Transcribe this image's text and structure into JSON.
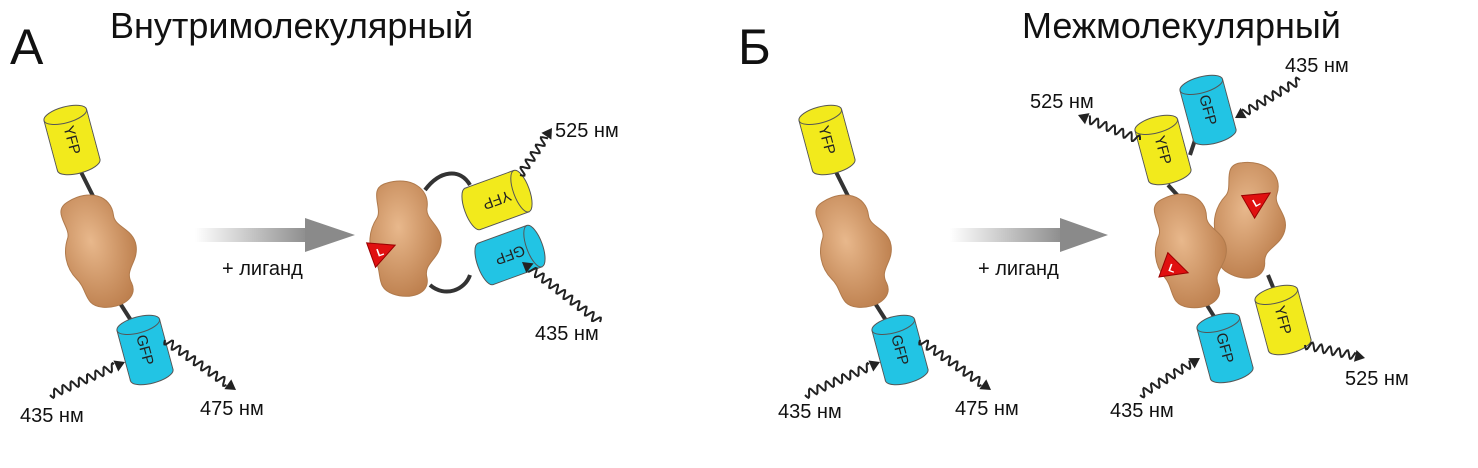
{
  "panels": [
    {
      "letter": "А",
      "title": "Внутримолекулярный"
    },
    {
      "letter": "Б",
      "title": "Межмолекулярный"
    }
  ],
  "labels": {
    "yfp": "YFP",
    "gfp": "GFP",
    "ligand_add": "+ лиганд",
    "ligand_mark": "L",
    "nm435": "435 нм",
    "nm475": "475 нм",
    "nm525": "525 нм"
  },
  "colors": {
    "yfp": "#f2ea1c",
    "gfp": "#22c4e4",
    "protein": "#d49a6a",
    "ligand": "#e01010",
    "arrow": "#8a8a8a"
  }
}
